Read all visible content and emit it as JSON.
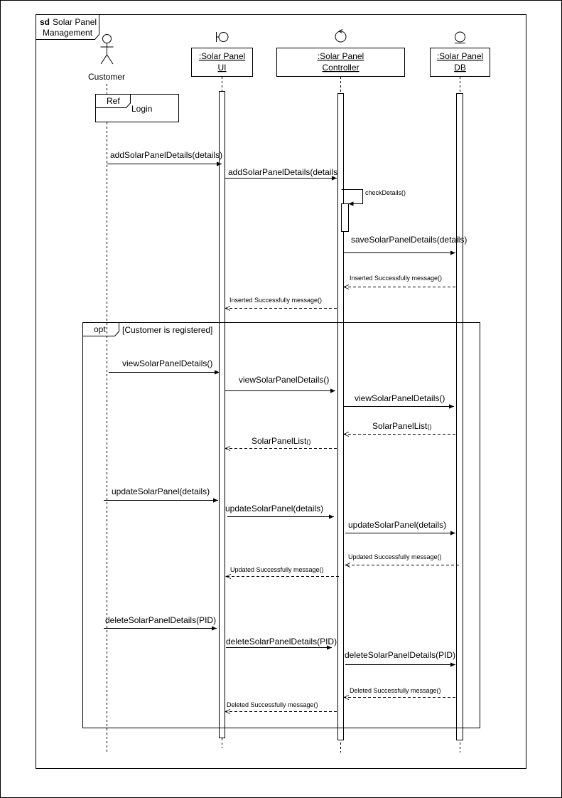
{
  "frame": {
    "keyword": "sd",
    "title_line1": "Solar Panel",
    "title_line2": "Management"
  },
  "participants": [
    {
      "id": "customer",
      "kind": "actor",
      "label": "Customer"
    },
    {
      "id": "ui",
      "kind": "boundary",
      "label_line1": ":Solar Panel",
      "label_line2": "UI"
    },
    {
      "id": "controller",
      "kind": "control",
      "label_line1": ":Solar Panel",
      "label_line2": "Controller"
    },
    {
      "id": "db",
      "kind": "entity",
      "label_line1": ":Solar Panel",
      "label_line2": "DB"
    }
  ],
  "ref_fragment": {
    "keyword": "Ref",
    "label": "Login"
  },
  "opt_fragment": {
    "keyword": "opt",
    "guard": "[Customer is registered]"
  },
  "messages": [
    {
      "text": "addSolarPanelDetails(details)",
      "from": "customer",
      "to": "ui",
      "kind": "sync"
    },
    {
      "text": "addSolarPanelDetails(details",
      "from": "ui",
      "to": "controller",
      "kind": "sync"
    },
    {
      "text": "checkDetails()",
      "from": "controller",
      "to": "controller",
      "kind": "self"
    },
    {
      "text": "saveSolarPanelDetails(details)",
      "from": "controller",
      "to": "db",
      "kind": "sync"
    },
    {
      "text": "Inserted Successfully message()",
      "from": "db",
      "to": "controller",
      "kind": "reply"
    },
    {
      "text": "Inserted Successfully message()",
      "from": "controller",
      "to": "ui",
      "kind": "reply"
    },
    {
      "text": "viewSolarPanelDetails()",
      "from": "customer",
      "to": "ui",
      "kind": "sync"
    },
    {
      "text": "viewSolarPanelDetails()",
      "from": "ui",
      "to": "controller",
      "kind": "sync"
    },
    {
      "text": "viewSolarPanelDetails()",
      "from": "controller",
      "to": "db",
      "kind": "sync"
    },
    {
      "text": "SolarPanelList",
      "suffix": "()",
      "from": "db",
      "to": "controller",
      "kind": "reply"
    },
    {
      "text": "SolarPanelList",
      "suffix": "()",
      "from": "controller",
      "to": "ui",
      "kind": "reply"
    },
    {
      "text": "updateSolarPanel(details)",
      "from": "customer",
      "to": "ui",
      "kind": "sync"
    },
    {
      "text": "updateSolarPanel(details)",
      "from": "ui",
      "to": "controller",
      "kind": "sync"
    },
    {
      "text": "updateSolarPanel(details)",
      "from": "controller",
      "to": "db",
      "kind": "sync"
    },
    {
      "text": "Updated Successfully message()",
      "from": "db",
      "to": "controller",
      "kind": "reply"
    },
    {
      "text": "Updated Successfully message()",
      "from": "controller",
      "to": "ui",
      "kind": "reply"
    },
    {
      "text": "deleteSolarPanelDetails(PID)",
      "from": "customer",
      "to": "ui",
      "kind": "sync"
    },
    {
      "text": "deleteSolarPanelDetails(PID)",
      "from": "ui",
      "to": "controller",
      "kind": "sync"
    },
    {
      "text": "deleteSolarPanelDetails(PID)",
      "from": "controller",
      "to": "db",
      "kind": "sync"
    },
    {
      "text": "Deleted Successfully message()",
      "from": "db",
      "to": "controller",
      "kind": "reply"
    },
    {
      "text": "Deleted Successfully message()",
      "from": "controller",
      "to": "ui",
      "kind": "reply"
    }
  ]
}
